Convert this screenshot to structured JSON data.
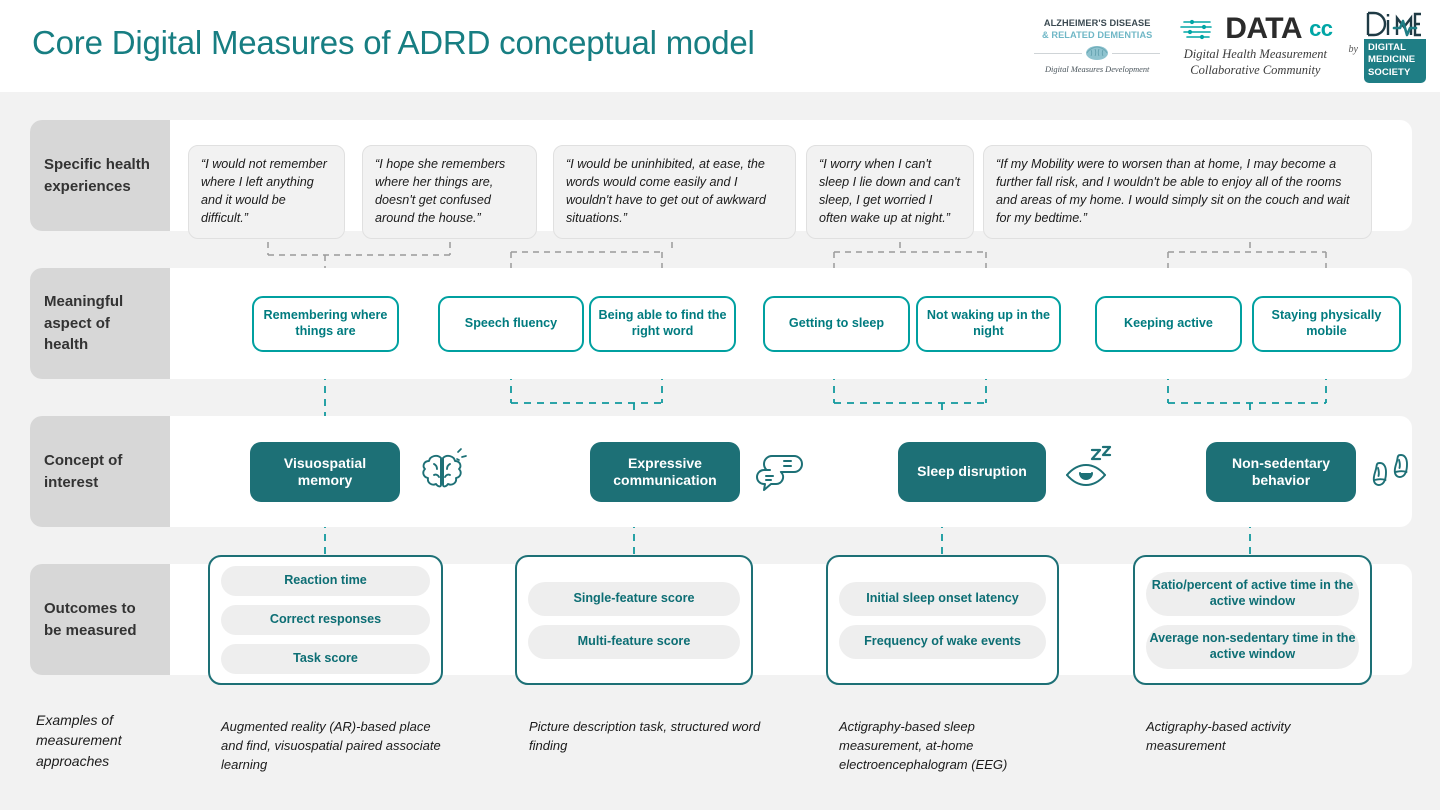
{
  "header": {
    "title": "Core Digital Measures of ADRD conceptual model",
    "logos": {
      "adrd": {
        "line1": "ALZHEIMER'S DISEASE",
        "line2": "& RELATED DEMENTIAS",
        "tagline": "Digital Measures Development",
        "icon": "brain-icon"
      },
      "datacc": {
        "word": "DATA",
        "suffix": "cc",
        "sub_line1": "Digital Health Measurement",
        "sub_line2": "Collaborative Community",
        "icon": "network-nodes-icon"
      },
      "by": "by",
      "dime": {
        "mark": "DiME",
        "line1": "DIGITAL",
        "line2": "MEDICINE",
        "line3": "SOCIETY"
      }
    }
  },
  "colors": {
    "teal_dark": "#1d7076",
    "teal_bright": "#00a0a0",
    "teal_title": "#177e82",
    "row_label_bg": "#d7d7d7",
    "page_bg": "#f2f2f2",
    "quote_bg": "#f2f2f2",
    "pill_bg": "#eeeeee",
    "connector_gray": "#9a9a9a"
  },
  "rows": {
    "specific_health_experiences": {
      "label": "Specific health experiences",
      "quotes": [
        "“I would not remember where I left anything and it would be difficult.”",
        "“I hope she remembers where her things are, doesn't get confused around the house.”",
        "“I would be uninhibited, at ease, the words would come easily and I wouldn't have to get out of awkward situations.”",
        "“I worry when I can't sleep I lie down and can't sleep, I get worried I often wake up at night.”",
        "“If my Mobility were to worsen than at home, I may become a further fall risk, and I wouldn't be able to enjoy all of the rooms and areas of my home. I would simply sit on the couch and wait for my bedtime.”"
      ]
    },
    "meaningful_aspect_of_health": {
      "label": "Meaningful aspect of health",
      "items": [
        "Remembering where things are",
        "Speech fluency",
        "Being able to find the right word",
        "Getting to sleep",
        "Not waking up in the night",
        "Keeping active",
        "Staying physically mobile"
      ]
    },
    "concept_of_interest": {
      "label": "Concept of interest",
      "items": [
        {
          "name": "Visuospatial memory",
          "icon": "brain-icon"
        },
        {
          "name": "Expressive communication",
          "icon": "speech-bubbles-icon"
        },
        {
          "name": "Sleep disruption",
          "icon": "sleeping-eye-zzz-icon"
        },
        {
          "name": "Non-sedentary behavior",
          "icon": "footprints-icon"
        }
      ]
    },
    "outcomes_to_be_measured": {
      "label": "Outcomes to be measured",
      "groups": [
        {
          "outcomes": [
            "Reaction time",
            "Correct responses",
            "Task score"
          ]
        },
        {
          "outcomes": [
            "Single-feature score",
            "Multi-feature score"
          ]
        },
        {
          "outcomes": [
            "Initial sleep onset latency",
            "Frequency of wake events"
          ]
        },
        {
          "outcomes": [
            "Ratio/percent of active time in the active window",
            "Average non-sedentary time in the active window"
          ]
        }
      ]
    }
  },
  "footer": {
    "label": "Examples of measurement approaches",
    "examples": [
      "Augmented reality (AR)-based place and find, visuospatial paired associate learning",
      "Picture description task, structured word finding",
      "Actigraphy-based sleep measurement, at-home electroencephalogram (EEG)",
      "Actigraphy-based activity measurement"
    ]
  }
}
